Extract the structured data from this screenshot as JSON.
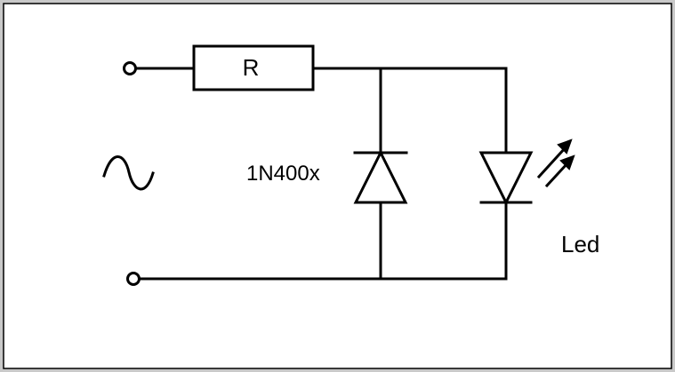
{
  "colors": {
    "background": "#c9c9c9",
    "panel": "#ffffff",
    "ink": "#000000"
  },
  "components": {
    "resistor_label": "R",
    "diode_label": "1N400x",
    "led_label": "Led"
  },
  "symbols": {
    "source": "ac-source-icon",
    "terminals": [
      "terminal-top",
      "terminal-bottom"
    ]
  }
}
